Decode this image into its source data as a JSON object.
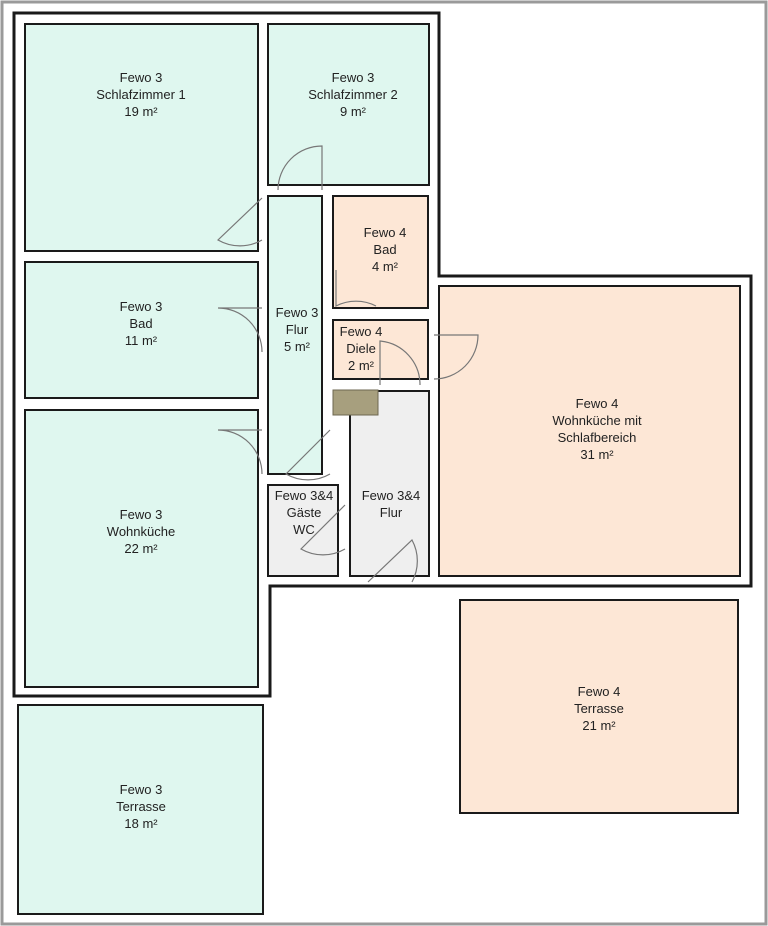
{
  "colors": {
    "fewo3": "#dff7ef",
    "fewo4": "#fde7d6",
    "shared": "#efefef",
    "stair": "#a79f7e",
    "wall": "#1a1a1a",
    "frame": "#9a9a9a"
  },
  "rooms": [
    {
      "id": "fewo3-schlafzimmer-1",
      "group": "fewo3",
      "lines": [
        "Fewo 3",
        "Schlafzimmer 1",
        "19 m²"
      ]
    },
    {
      "id": "fewo3-schlafzimmer-2",
      "group": "fewo3",
      "lines": [
        "Fewo 3",
        "Schlafzimmer 2",
        "9 m²"
      ]
    },
    {
      "id": "fewo3-bad",
      "group": "fewo3",
      "lines": [
        "Fewo 3",
        "Bad",
        "11 m²"
      ]
    },
    {
      "id": "fewo3-flur",
      "group": "fewo3",
      "lines": [
        "Fewo 3",
        "Flur",
        "5 m²"
      ]
    },
    {
      "id": "fewo3-wohnkueche",
      "group": "fewo3",
      "lines": [
        "Fewo 3",
        "Wohnküche",
        "22 m²"
      ]
    },
    {
      "id": "fewo3-terrasse",
      "group": "fewo3",
      "lines": [
        "Fewo 3",
        "Terrasse",
        "18 m²"
      ]
    },
    {
      "id": "fewo4-bad",
      "group": "fewo4",
      "lines": [
        "Fewo 4",
        "Bad",
        "4 m²"
      ]
    },
    {
      "id": "fewo4-diele",
      "group": "fewo4",
      "lines": [
        "Fewo 4",
        "Diele",
        "2 m²"
      ]
    },
    {
      "id": "fewo4-wohnkueche",
      "group": "fewo4",
      "lines": [
        "Fewo 4",
        "Wohnküche mit",
        "Schlafbereich",
        "31 m²"
      ]
    },
    {
      "id": "fewo4-terrasse",
      "group": "fewo4",
      "lines": [
        "Fewo 4",
        "Terrasse",
        "21 m²"
      ]
    },
    {
      "id": "fewo34-gaeste-wc",
      "group": "shared",
      "lines": [
        "Fewo 3&4",
        "Gäste",
        "WC"
      ]
    },
    {
      "id": "fewo34-flur",
      "group": "shared",
      "lines": [
        "Fewo 3&4",
        "Flur"
      ]
    }
  ]
}
